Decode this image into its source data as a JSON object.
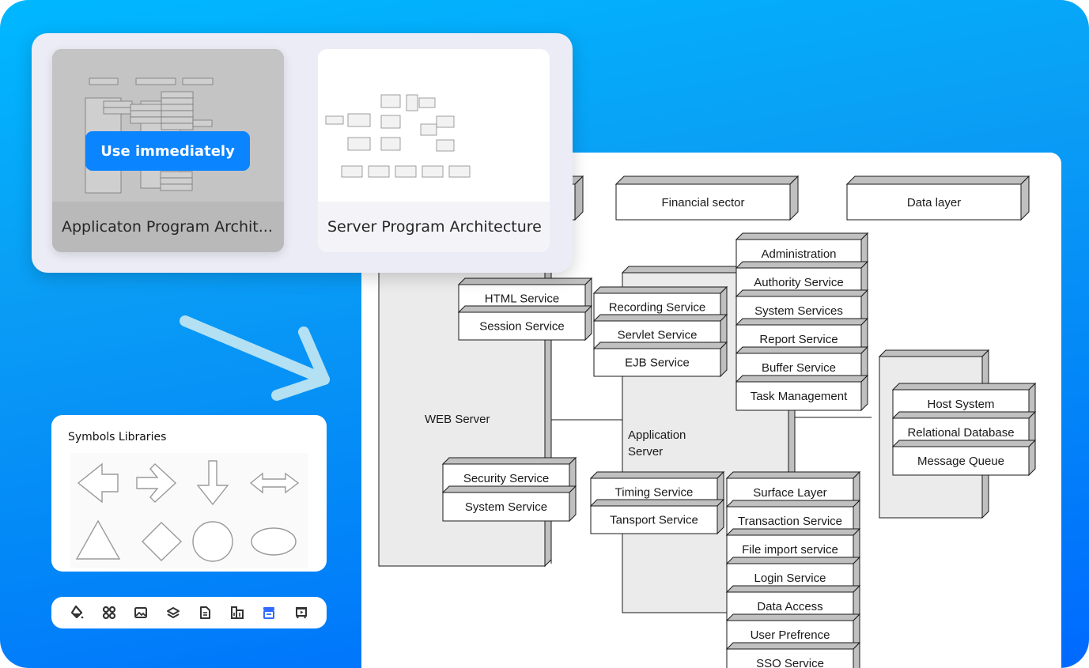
{
  "colors": {
    "accent": "#0a84ff",
    "active_tool": "#2f6bff",
    "node_fill": "#ffffff",
    "node_side": "#c0c0c0",
    "container_fill": "#ebebeb",
    "line": "#1a1a1a"
  },
  "template_popup": {
    "templates": [
      {
        "name": "Applicaton Program Archit...",
        "selected": true,
        "action_label": "Use immediately"
      },
      {
        "name": "Server Program Architecture",
        "selected": false
      }
    ]
  },
  "diagram": {
    "top_nodes": [
      "Financial sector",
      "Data layer"
    ],
    "containers": {
      "web_server": "WEB Server",
      "application_server": [
        "Application",
        "Server"
      ]
    },
    "stacks": {
      "web_top": [
        "HTML Service",
        "Session Service"
      ],
      "web_bottom": [
        "Security Service",
        "System Service"
      ],
      "app_left": [
        "Recording Service",
        "Servlet Service",
        "EJB Service"
      ],
      "app_admin": [
        "Administration",
        "Authority Service",
        "System Services",
        "Report Service",
        "Buffer Service",
        "Task Management"
      ],
      "app_timing": [
        "Timing Service",
        "Tansport Service"
      ],
      "app_surface": [
        "Surface Layer",
        "Transaction Service",
        "File import service",
        "Login Service",
        "Data Access",
        "User Prefrence",
        "SSO Service"
      ],
      "host": [
        "Host System",
        "Relational Database",
        "Message Queue"
      ]
    }
  },
  "symbols_panel": {
    "title": "Symbols Libraries",
    "symbols": [
      "left-arrow",
      "right-arrow",
      "down-arrow",
      "double-arrow",
      "triangle",
      "diamond",
      "circle",
      "ellipse"
    ]
  },
  "toolbar": {
    "tools": [
      {
        "name": "fill-icon",
        "active": false
      },
      {
        "name": "shapes-icon",
        "active": false
      },
      {
        "name": "image-icon",
        "active": false
      },
      {
        "name": "layers-icon",
        "active": false
      },
      {
        "name": "document-icon",
        "active": false
      },
      {
        "name": "layout-icon",
        "active": false
      },
      {
        "name": "template-icon",
        "active": true
      },
      {
        "name": "presentation-icon",
        "active": false
      }
    ]
  }
}
